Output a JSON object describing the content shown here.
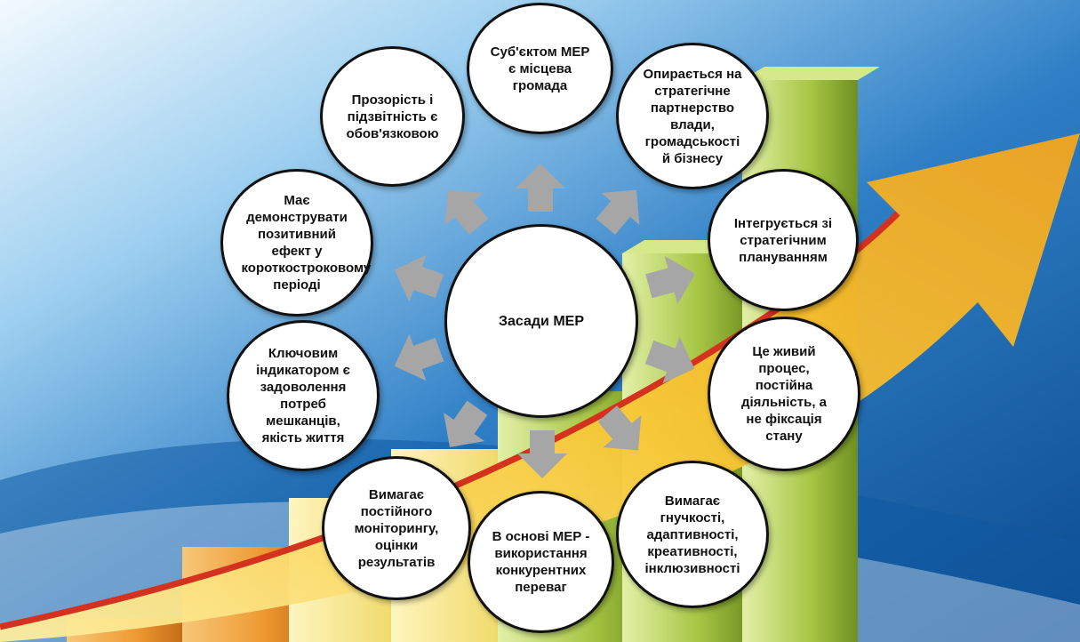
{
  "diagram": {
    "center": "Засади МЕР",
    "nodes": [
      "Суб'єктом МЕР є місцева громада",
      "Опирається на стратегічне партнерство влади, громадськості й бізнесу",
      "Інтегрується зі стратегічним плануванням",
      "Це живий процес, постійна діяльність, а не фіксація стану",
      "Вимагає гнучкості, адаптивності, креативності, інклюзивності",
      "В основі МЕР - використання конкурентних переваг",
      "Вимагає постійного моніторингу, оцінки результатів",
      "Ключовим індикатором є задоволення потреб мешканців, якість життя",
      "Має демонструвати позитивний ефект у короткостроковому періоді",
      "Прозорість і підзвітність є обов'язковою"
    ]
  },
  "colors": {
    "sky_top": "#e9f5fd",
    "sky_mid": "#3d8dd0",
    "sky_bottom": "#0d4f93",
    "trend_arrow_red": "#d4321f",
    "trend_arrow_yellow": "#fbd34a",
    "bar_orange": "#f0a03a",
    "bar_yellow": "#f3e07a",
    "bar_green": "#aac94a",
    "arrow_gray": "#a6a6a6",
    "circle_fill": "#ffffff",
    "circle_border": "#111111"
  }
}
